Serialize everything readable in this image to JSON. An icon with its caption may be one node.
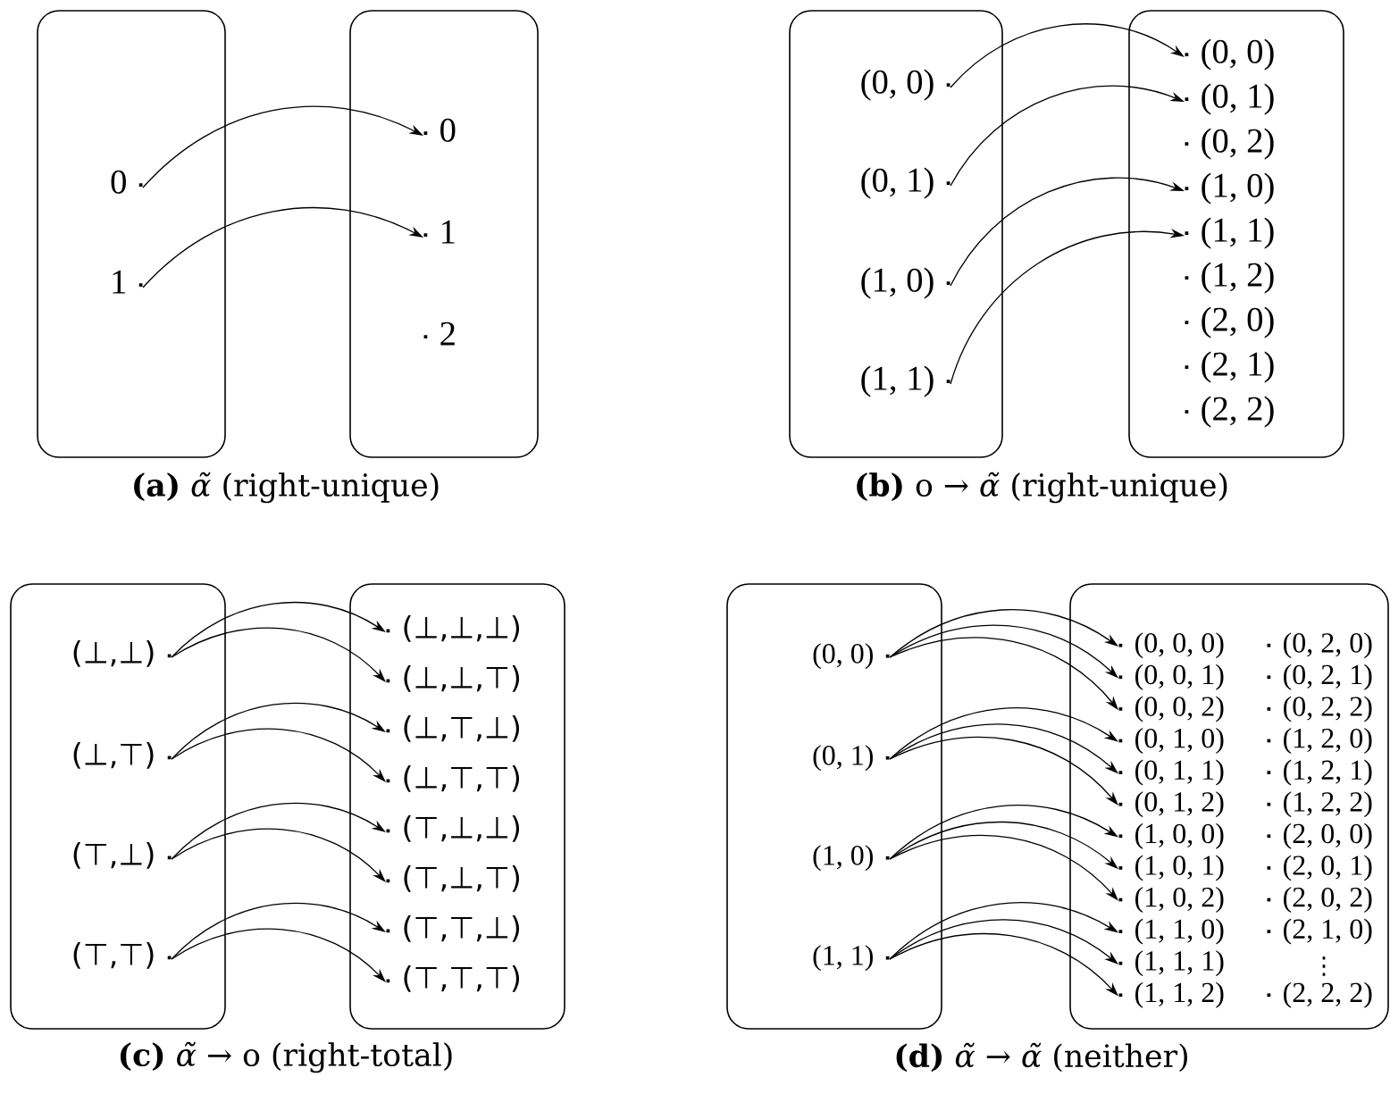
{
  "diagram": {
    "nodes": [
      {
        "text": [],
        "shape": "box"
      },
      {
        "text": [
          "0"
        ],
        "in": 0
      },
      {
        "text": [
          "1"
        ],
        "in": 0
      },
      {
        "text": [],
        "shape": "box"
      },
      {
        "text": [
          "0"
        ],
        "in": 3
      },
      {
        "text": [
          "1"
        ],
        "in": 3
      },
      {
        "text": [
          "2"
        ],
        "in": 3
      },
      {
        "text": [],
        "shape": "box"
      },
      {
        "text": [
          "(0, 0)"
        ],
        "in": 7
      },
      {
        "text": [
          "(0, 1)"
        ],
        "in": 7
      },
      {
        "text": [
          "(1, 0)"
        ],
        "in": 7
      },
      {
        "text": [
          "(1, 1)"
        ],
        "in": 7
      },
      {
        "text": [],
        "shape": "box"
      },
      {
        "text": [
          "(0, 0)"
        ],
        "in": 12
      },
      {
        "text": [
          "(0, 1)"
        ],
        "in": 12
      },
      {
        "text": [
          "(0, 2)"
        ],
        "in": 12
      },
      {
        "text": [
          "(1, 0)"
        ],
        "in": 12
      },
      {
        "text": [
          "(1, 1)"
        ],
        "in": 12
      },
      {
        "text": [
          "(1, 2)"
        ],
        "in": 12
      },
      {
        "text": [
          "(2, 0)"
        ],
        "in": 12
      },
      {
        "text": [
          "(2, 1)"
        ],
        "in": 12
      },
      {
        "text": [
          "(2, 2)"
        ],
        "in": 12
      },
      {
        "text": [],
        "shape": "box"
      },
      {
        "text": [
          "(⊥,⊥)"
        ],
        "in": 22
      },
      {
        "text": [
          "(⊥,⊤)"
        ],
        "in": 22
      },
      {
        "text": [
          "(⊤,⊥)"
        ],
        "in": 22
      },
      {
        "text": [
          "(⊤,⊤)"
        ],
        "in": 22
      },
      {
        "text": [],
        "shape": "box"
      },
      {
        "text": [
          "(⊥,⊥,⊥)"
        ],
        "in": 27
      },
      {
        "text": [
          "(⊥,⊥,⊤)"
        ],
        "in": 27
      },
      {
        "text": [
          "(⊥,⊤,⊥)"
        ],
        "in": 27
      },
      {
        "text": [
          "(⊥,⊤,⊤)"
        ],
        "in": 27
      },
      {
        "text": [
          "(⊤,⊥,⊥)"
        ],
        "in": 27
      },
      {
        "text": [
          "(⊤,⊥,⊤)"
        ],
        "in": 27
      },
      {
        "text": [
          "(⊤,⊤,⊥)"
        ],
        "in": 27
      },
      {
        "text": [
          "(⊤,⊤,⊤)"
        ],
        "in": 27
      },
      {
        "text": [],
        "shape": "box"
      },
      {
        "text": [
          "(0, 0)"
        ],
        "in": 36
      },
      {
        "text": [
          "(0, 1)"
        ],
        "in": 36
      },
      {
        "text": [
          "(1, 0)"
        ],
        "in": 36
      },
      {
        "text": [
          "(1, 1)"
        ],
        "in": 36
      },
      {
        "text": [],
        "shape": "box"
      },
      {
        "text": [
          "(0, 0, 0)"
        ],
        "in": 41
      },
      {
        "text": [
          "(0, 0, 1)"
        ],
        "in": 41
      },
      {
        "text": [
          "(0, 0, 2)"
        ],
        "in": 41
      },
      {
        "text": [
          "(0, 1, 0)"
        ],
        "in": 41
      },
      {
        "text": [
          "(0, 1, 1)"
        ],
        "in": 41
      },
      {
        "text": [
          "(0, 1, 2)"
        ],
        "in": 41
      },
      {
        "text": [
          "(1, 0, 0)"
        ],
        "in": 41
      },
      {
        "text": [
          "(1, 0, 1)"
        ],
        "in": 41
      },
      {
        "text": [
          "(1, 0, 2)"
        ],
        "in": 41
      },
      {
        "text": [
          "(1, 1, 0)"
        ],
        "in": 41
      },
      {
        "text": [
          "(1, 1, 1)"
        ],
        "in": 41
      },
      {
        "text": [
          "(1, 1, 2)"
        ],
        "in": 41
      },
      {
        "text": [
          "(0, 2, 0)"
        ],
        "in": 41
      },
      {
        "text": [
          "(0, 2, 1)"
        ],
        "in": 41
      },
      {
        "text": [
          "(0, 2, 2)"
        ],
        "in": 41
      },
      {
        "text": [
          "(1, 2, 0)"
        ],
        "in": 41
      },
      {
        "text": [
          "(1, 2, 1)"
        ],
        "in": 41
      },
      {
        "text": [
          "(1, 2, 2)"
        ],
        "in": 41
      },
      {
        "text": [
          "(2, 0, 0)"
        ],
        "in": 41
      },
      {
        "text": [
          "(2, 0, 1)"
        ],
        "in": 41
      },
      {
        "text": [
          "(2, 0, 2)"
        ],
        "in": 41
      },
      {
        "text": [
          "(2, 1, 0)"
        ],
        "in": 41
      },
      {
        "text": [
          "(2, 2, 2)"
        ],
        "in": 41
      }
    ],
    "edges": [
      {
        "from": 1,
        "to": 4,
        "arrow": "to"
      },
      {
        "from": 2,
        "to": 5,
        "arrow": "to"
      },
      {
        "from": 8,
        "to": 13,
        "arrow": "to"
      },
      {
        "from": 9,
        "to": 14,
        "arrow": "to"
      },
      {
        "from": 10,
        "to": 16,
        "arrow": "to"
      },
      {
        "from": 11,
        "to": 17,
        "arrow": "to"
      },
      {
        "from": 23,
        "to": 28,
        "arrow": "to"
      },
      {
        "from": 23,
        "to": 29,
        "arrow": "to"
      },
      {
        "from": 24,
        "to": 30,
        "arrow": "to"
      },
      {
        "from": 24,
        "to": 31,
        "arrow": "to"
      },
      {
        "from": 25,
        "to": 32,
        "arrow": "to"
      },
      {
        "from": 25,
        "to": 33,
        "arrow": "to"
      },
      {
        "from": 26,
        "to": 34,
        "arrow": "to"
      },
      {
        "from": 26,
        "to": 35,
        "arrow": "to"
      },
      {
        "from": 37,
        "to": 42,
        "arrow": "to"
      },
      {
        "from": 37,
        "to": 43,
        "arrow": "to"
      },
      {
        "from": 37,
        "to": 44,
        "arrow": "to"
      },
      {
        "from": 38,
        "to": 45,
        "arrow": "to"
      },
      {
        "from": 38,
        "to": 46,
        "arrow": "to"
      },
      {
        "from": 38,
        "to": 47,
        "arrow": "to"
      },
      {
        "from": 39,
        "to": 48,
        "arrow": "to"
      },
      {
        "from": 39,
        "to": 49,
        "arrow": "to"
      },
      {
        "from": 39,
        "to": 50,
        "arrow": "to"
      },
      {
        "from": 40,
        "to": 51,
        "arrow": "to"
      },
      {
        "from": 40,
        "to": 52,
        "arrow": "to"
      },
      {
        "from": 40,
        "to": 53,
        "arrow": "to"
      }
    ],
    "labels": [
      "**(a)** *α̃* (right-unique)",
      "**(b)** o → *α̃* (right-unique)",
      "**(c)** *α̃* → o (right-total)",
      "**(d)** *α̃* → *α̃* (neither)",
      "⋮"
    ]
  }
}
